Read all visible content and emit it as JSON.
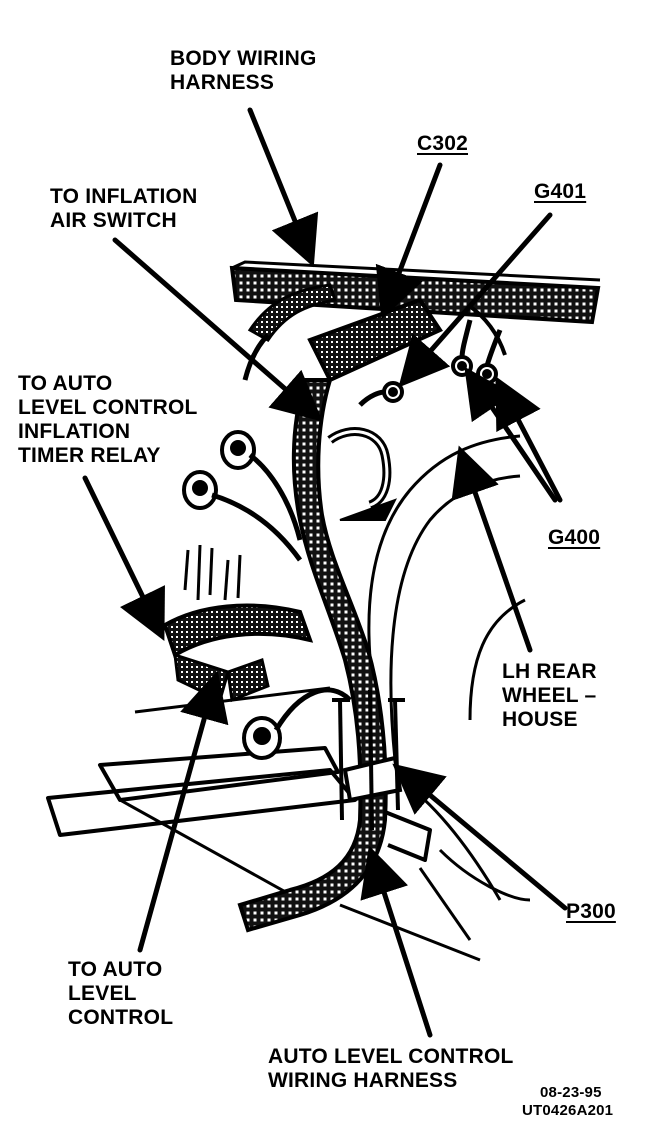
{
  "labels": {
    "body_wiring_harness": [
      "BODY WIRING",
      "HARNESS"
    ],
    "c302": "C302",
    "g401": "G401",
    "to_inflation_air_switch": [
      "TO INFLATION",
      "AIR SWITCH"
    ],
    "to_auto_level_control_inflation_timer_relay": [
      "TO AUTO",
      "LEVEL CONTROL",
      "INFLATION",
      "TIMER RELAY"
    ],
    "g400": "G400",
    "lh_rear_wheelhouse": [
      "LH REAR",
      "WHEEL –",
      "HOUSE"
    ],
    "p300": "P300",
    "to_auto_level_control": [
      "TO AUTO",
      "LEVEL",
      "CONTROL"
    ],
    "auto_level_control_wiring_harness": [
      "AUTO LEVEL CONTROL",
      "WIRING HARNESS"
    ]
  },
  "footer": {
    "date_code": "08-23-95",
    "figure_id": "UT0426A201"
  },
  "colors": {
    "ink": "#000000",
    "paper": "#ffffff"
  }
}
